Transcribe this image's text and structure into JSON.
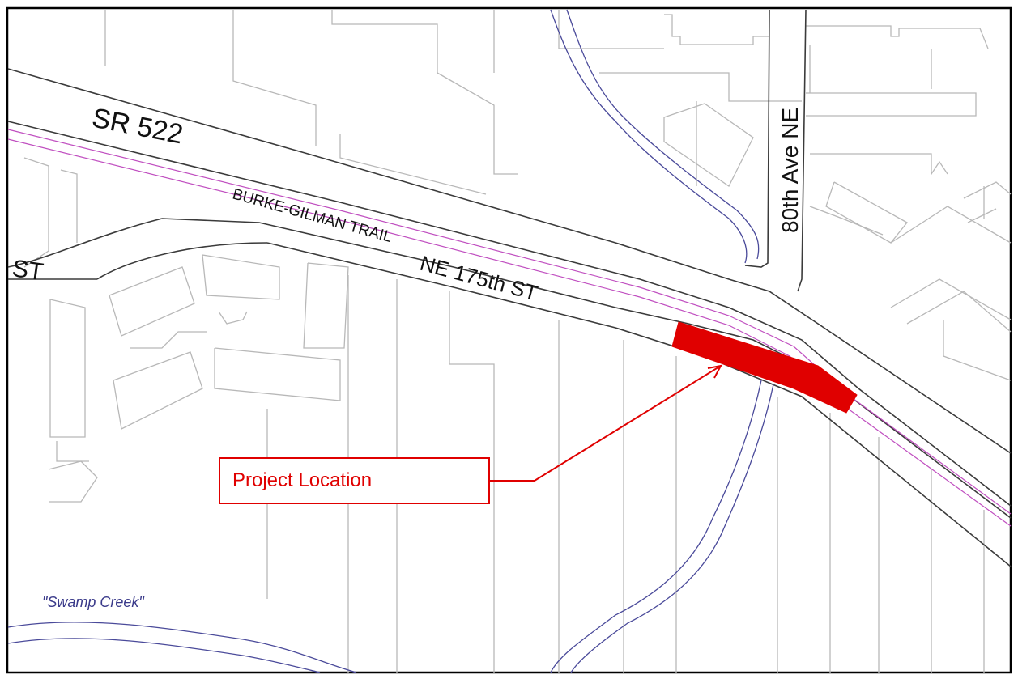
{
  "map": {
    "labels": {
      "sr522": "SR 522",
      "burke_gilman": "BURKE-GILMAN TRAIL",
      "ne175": "NE 175th ST",
      "ave80": "80th Ave NE",
      "st_fragment": "ST",
      "swamp_creek": "\"Swamp Creek\""
    },
    "callout": {
      "text": "Project Location"
    },
    "colors": {
      "frame": "#000000",
      "road_edge": "#3b3b3b",
      "parcel": "#b8b8b8",
      "trail": "#c04fc0",
      "creek": "#4a4a9a",
      "highlight": "#e00000"
    }
  }
}
